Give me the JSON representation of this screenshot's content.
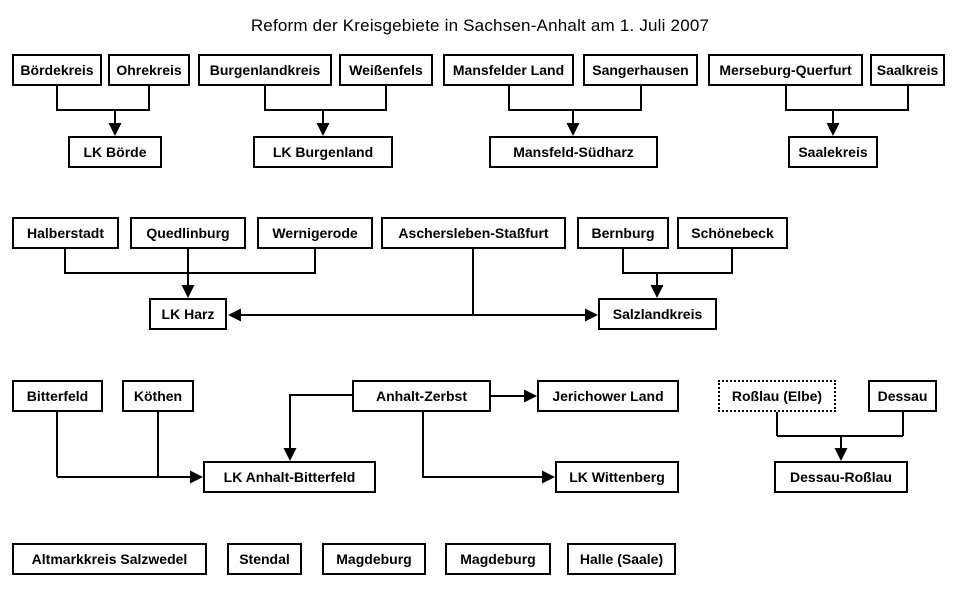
{
  "title": "Reform der Kreisgebiete in Sachsen-Anhalt am 1. Juli 2007",
  "colors": {
    "background": "#ffffff",
    "line": "#000000",
    "text": "#000000",
    "box_border": "#000000"
  },
  "diagram": {
    "nodes": [
      {
        "label": "Bördekreis"
      },
      {
        "label": "Ohrekreis"
      },
      {
        "label": "Burgenlandkreis"
      },
      {
        "label": "Weißenfels"
      },
      {
        "label": "Mansfelder Land"
      },
      {
        "label": "Sangerhausen"
      },
      {
        "label": "Merseburg-Querfurt"
      },
      {
        "label": "Saalkreis"
      },
      {
        "label": "LK Börde"
      },
      {
        "label": "LK Burgenland"
      },
      {
        "label": "Mansfeld-Südharz"
      },
      {
        "label": "Saalekreis"
      },
      {
        "label": "Halberstadt"
      },
      {
        "label": "Quedlinburg"
      },
      {
        "label": "Wernigerode"
      },
      {
        "label": "Aschersleben-Staßfurt"
      },
      {
        "label": "Bernburg"
      },
      {
        "label": "Schönebeck"
      },
      {
        "label": "LK Harz"
      },
      {
        "label": "Salzlandkreis"
      },
      {
        "label": "Bitterfeld"
      },
      {
        "label": "Köthen"
      },
      {
        "label": "Anhalt-Zerbst"
      },
      {
        "label": "Jerichower Land"
      },
      {
        "label": "Roßlau (Elbe)",
        "border": "dotted"
      },
      {
        "label": "Dessau"
      },
      {
        "label": "LK Anhalt-Bitterfeld"
      },
      {
        "label": "LK Wittenberg"
      },
      {
        "label": "Dessau-Roßlau"
      },
      {
        "label": "Altmarkkreis Salzwedel"
      },
      {
        "label": "Stendal"
      },
      {
        "label": "Magdeburg"
      },
      {
        "label": "Magdeburg"
      },
      {
        "label": "Halle (Saale)"
      }
    ],
    "merges": [
      {
        "sources": [
          "Bördekreis",
          "Ohrekreis"
        ],
        "target": "LK Börde"
      },
      {
        "sources": [
          "Burgenlandkreis",
          "Weißenfels"
        ],
        "target": "LK Burgenland"
      },
      {
        "sources": [
          "Mansfelder Land",
          "Sangerhausen"
        ],
        "target": "Mansfeld-Südharz"
      },
      {
        "sources": [
          "Merseburg-Querfurt",
          "Saalkreis"
        ],
        "target": "Saalekreis"
      },
      {
        "sources": [
          "Halberstadt",
          "Quedlinburg",
          "Wernigerode",
          "Aschersleben-Staßfurt"
        ],
        "target": "LK Harz"
      },
      {
        "sources": [
          "Aschersleben-Staßfurt",
          "Bernburg",
          "Schönebeck"
        ],
        "target": "Salzlandkreis"
      },
      {
        "sources": [
          "Bitterfeld",
          "Köthen",
          "Anhalt-Zerbst"
        ],
        "target": "LK Anhalt-Bitterfeld"
      },
      {
        "sources": [
          "Anhalt-Zerbst"
        ],
        "target": "Jerichower Land"
      },
      {
        "sources": [
          "Anhalt-Zerbst"
        ],
        "target": "LK Wittenberg"
      },
      {
        "sources": [
          "Roßlau (Elbe)",
          "Dessau"
        ],
        "target": "Dessau-Roßlau"
      }
    ],
    "unchanged": [
      "Altmarkkreis Salzwedel",
      "Stendal",
      "Magdeburg",
      "Magdeburg",
      "Halle (Saale)"
    ]
  }
}
